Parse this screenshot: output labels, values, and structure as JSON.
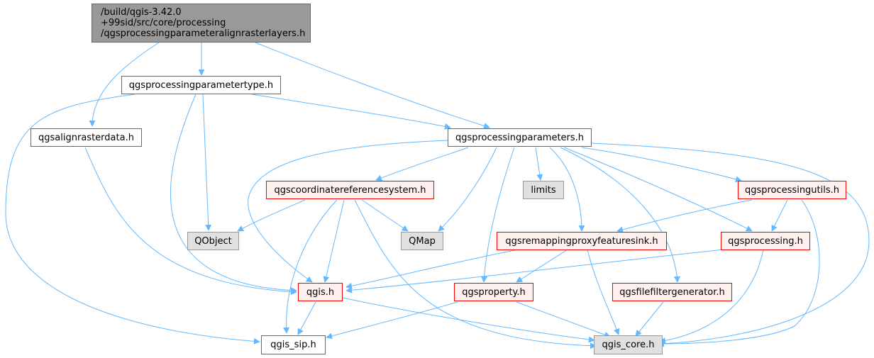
{
  "root": {
    "line1": "/build/qgis-3.42.0",
    "line2": "+99sid/src/core/processing",
    "line3": "/qgsprocessingparameteralignrasterlayers.h"
  },
  "nodes": {
    "paramtype": "qgsprocessingparametertype.h",
    "alignraster": "qgsalignrasterdata.h",
    "parameters": "qgsprocessingparameters.h",
    "crs": "qgscoordinatereferencesystem.h",
    "limits": "limits",
    "procutils": "qgsprocessingutils.h",
    "qobject": "QObject",
    "qmap": "QMap",
    "remap": "qgsremappingproxyfeaturesink.h",
    "processing": "qgsprocessing.h",
    "qgis": "qgis.h",
    "property": "qgsproperty.h",
    "filefilter": "qgsfilefiltergenerator.h",
    "sip": "qgis_sip.h",
    "core": "qgis_core.h"
  },
  "colors": {
    "edge": "#63b8ff",
    "root_fill": "#999999",
    "external_fill": "#e0e0e0",
    "incomplete_border": "#ff0000",
    "incomplete_fill": "#fff0f0"
  }
}
